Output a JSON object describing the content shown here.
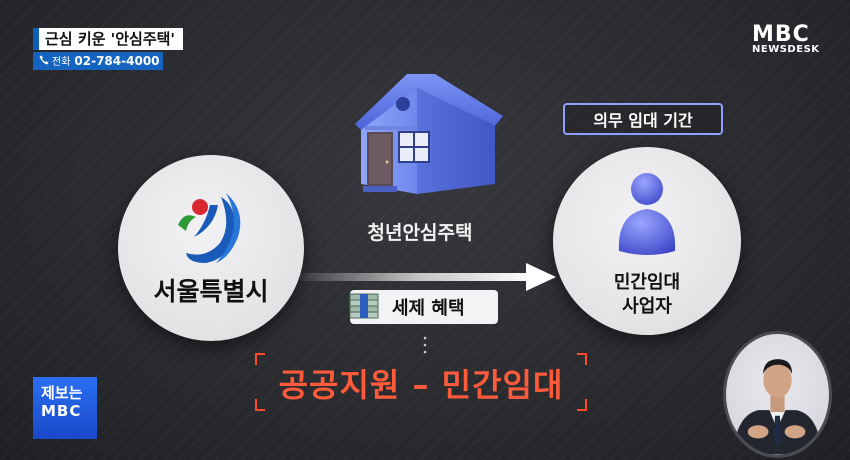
{
  "caption": {
    "title": "근심 키운 '안심주택'",
    "phone_label": "전화",
    "phone_number": "02-784-4000"
  },
  "logo": {
    "brand": "MBC",
    "program": "NEWSDESK"
  },
  "diagram": {
    "source_name": "서울특별시",
    "house_label": "청년안심주택",
    "obligation_label": "의무 임대 기간",
    "operator_label_line1": "민간임대",
    "operator_label_line2": "사업자",
    "tax_benefit_label": "세제 혜택",
    "highlight_text": "공공지원 – 민간임대"
  },
  "report_badge": {
    "line1": "제보는",
    "line2": "MBC"
  },
  "colors": {
    "background": "#2b2c30",
    "accent_blue": "#1565c0",
    "highlight_red": "#ff5a3a",
    "tag_border": "#8fa0ff"
  },
  "icons": [
    "phone-icon",
    "seoul-symbol",
    "house-icon",
    "person-icon",
    "arrow-right-icon",
    "money-stack-icon"
  ]
}
